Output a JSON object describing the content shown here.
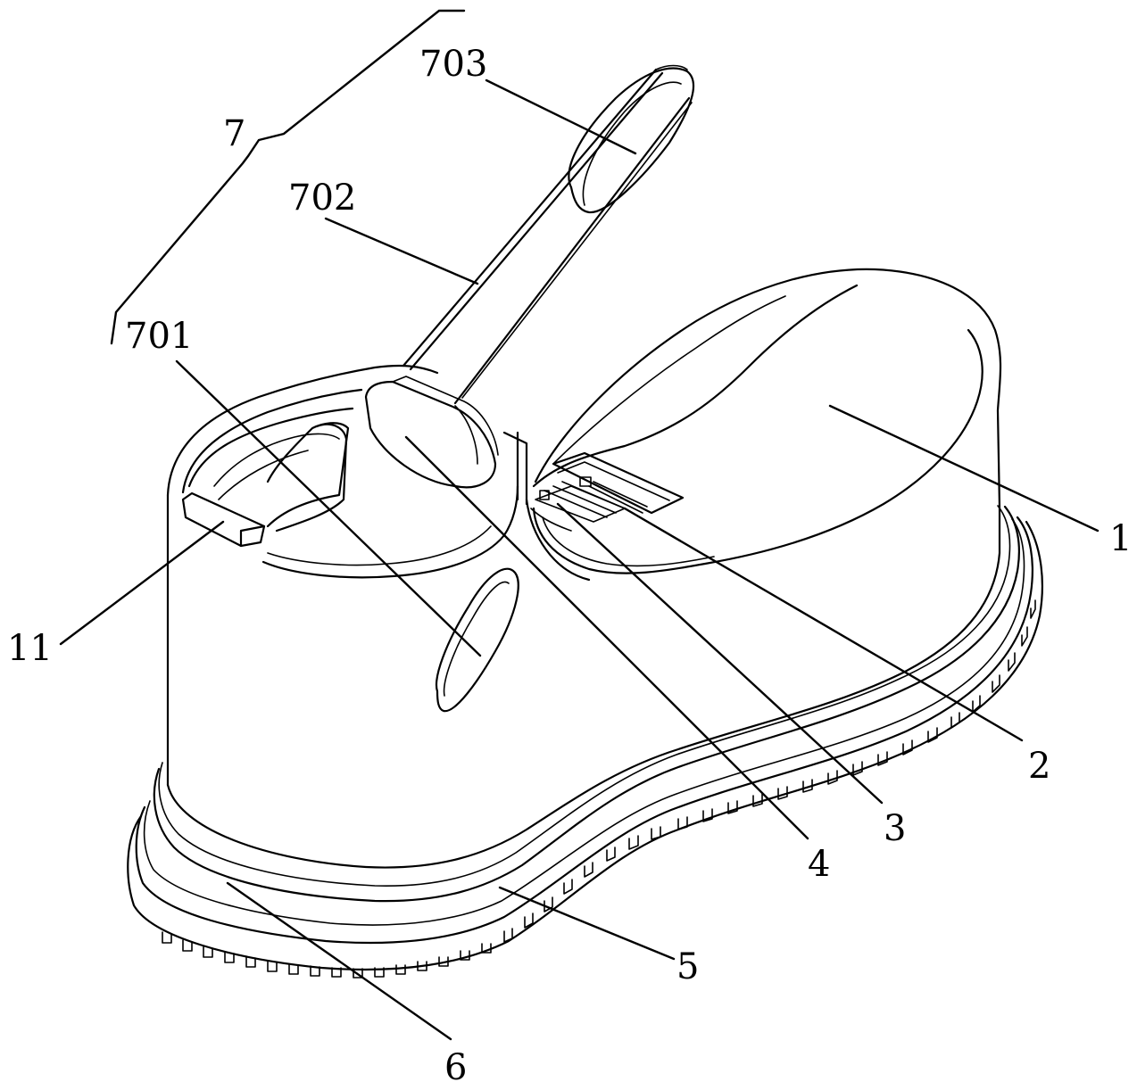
{
  "labels": {
    "l1": "1",
    "l2": "2",
    "l3": "3",
    "l4": "4",
    "l5": "5",
    "l6": "6",
    "l7": "7",
    "l11": "11",
    "l701": "701",
    "l702": "702",
    "l703": "703"
  },
  "colors": {
    "line": "#000000",
    "background": "#ffffff"
  }
}
